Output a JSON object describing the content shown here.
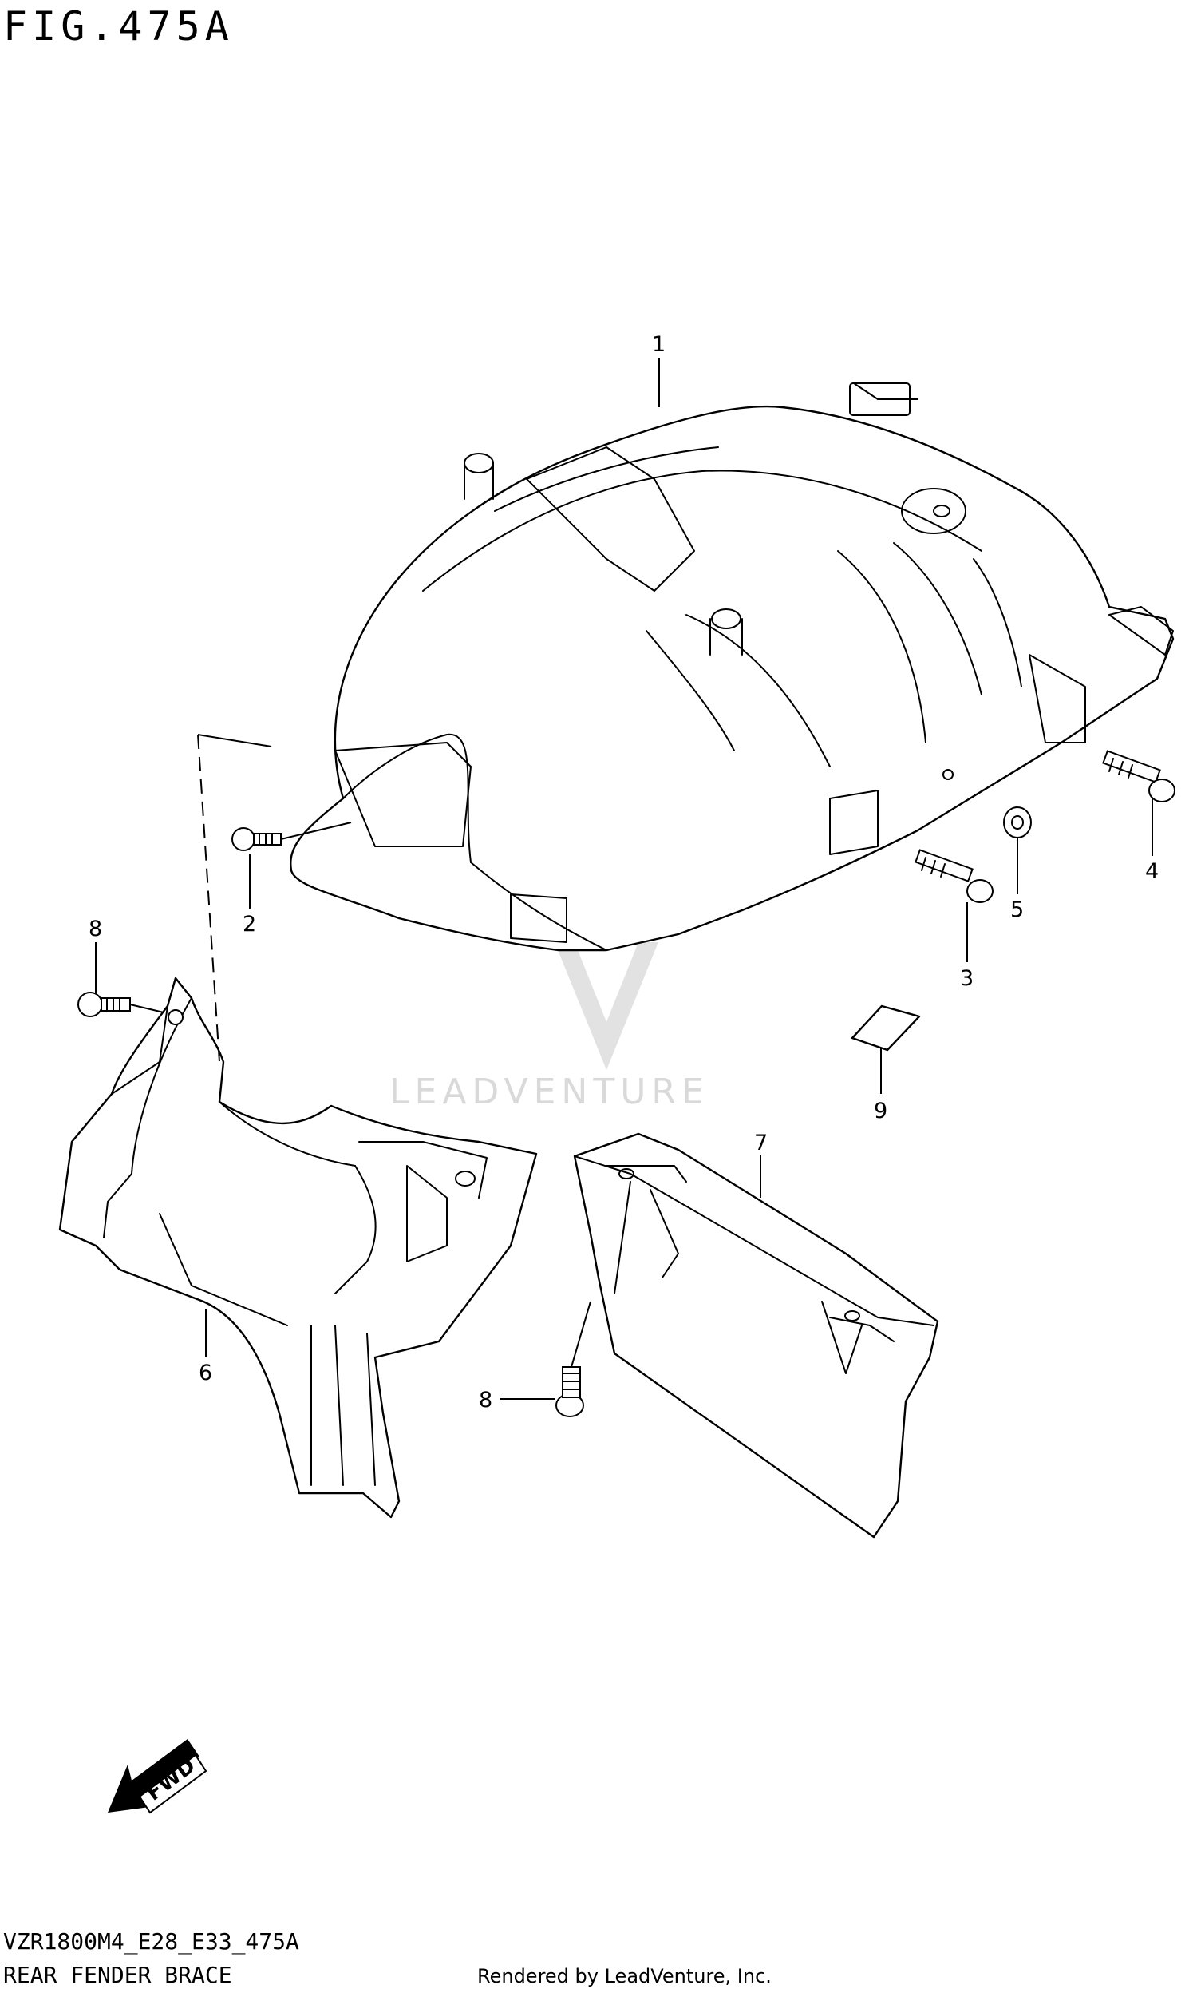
{
  "figure": {
    "title": "FIG.475A",
    "model_code": "VZR1800M4_E28_E33_475A",
    "name": "REAR FENDER BRACE"
  },
  "footer": {
    "rendered_by": "Rendered by LeadVenture, Inc."
  },
  "watermark": {
    "text": "LEADVENTURE"
  },
  "direction_marker": {
    "label": "FWD"
  },
  "callouts": {
    "c1": "1",
    "c2": "2",
    "c3": "3",
    "c4": "4",
    "c5": "5",
    "c6": "6",
    "c7": "7",
    "c8a": "8",
    "c8b": "8",
    "c9": "9"
  }
}
